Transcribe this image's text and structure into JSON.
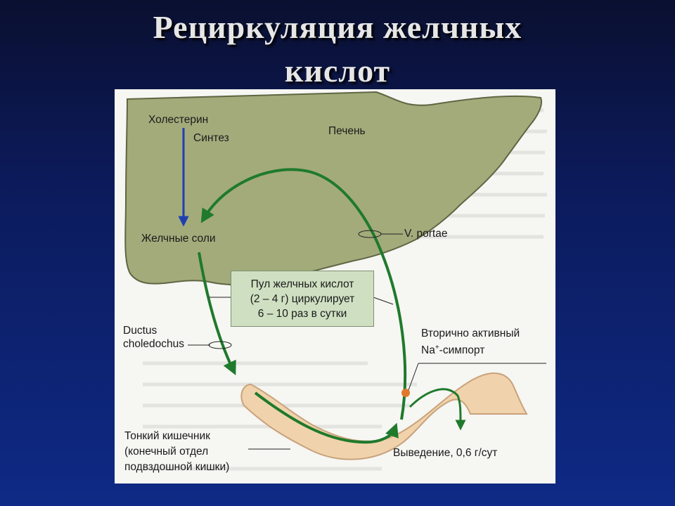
{
  "slide": {
    "title_line1": "Рециркуляция желчных",
    "title_line2": "кислот"
  },
  "diagram": {
    "labels": {
      "cholesterol": "Холестерин",
      "synthesis": "Синтез",
      "liver": "Печень",
      "bile_salts": "Желчные соли",
      "portal_vein": "V. portae",
      "pool_line1": "Пул желчных кислот",
      "pool_line2": "(2 – 4 г) циркулирует",
      "pool_line3": "6 – 10 раз в сутки",
      "ductus_line1": "Ductus",
      "ductus_line2": "choledochus",
      "transport_line1": "Вторично активный",
      "transport_na": "Na",
      "transport_sup": "+",
      "transport_rest": "-симпорт",
      "intestine_line1": "Тонкий кишечник",
      "intestine_line2": "(конечный отдел",
      "intestine_line3": "подвздошной кишки)",
      "excretion": "Выведение, 0,6 г/сут"
    },
    "colors": {
      "liver_fill": "#a3ab7b",
      "liver_stroke": "#5f6642",
      "intestine_fill": "#f0d3ac",
      "intestine_stroke": "#c9a27a",
      "flow_arrow": "#1f7a2c",
      "synthesis_arrow": "#1f3fb0",
      "transporter_dot": "#e07a2a"
    }
  }
}
